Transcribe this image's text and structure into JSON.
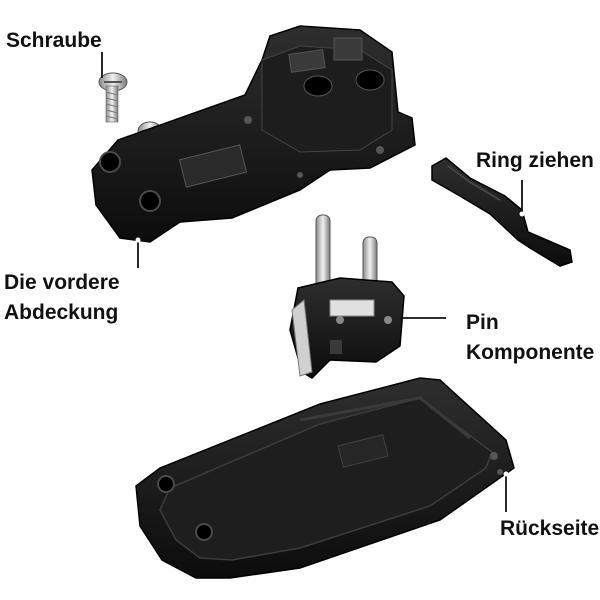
{
  "labels": {
    "screw": "Schraube",
    "front_cover_line1": "Die vordere",
    "front_cover_line2": "Abdeckung",
    "pull_ring": "Ring ziehen",
    "pin_line1": "Pin",
    "pin_line2": "Komponente",
    "back": "Rückseite"
  },
  "colors": {
    "plastic": "#141414",
    "plastic_highlight": "#3a3a3a",
    "metal": "#c9c9c9",
    "leader": "#111111",
    "background": "#ffffff"
  }
}
